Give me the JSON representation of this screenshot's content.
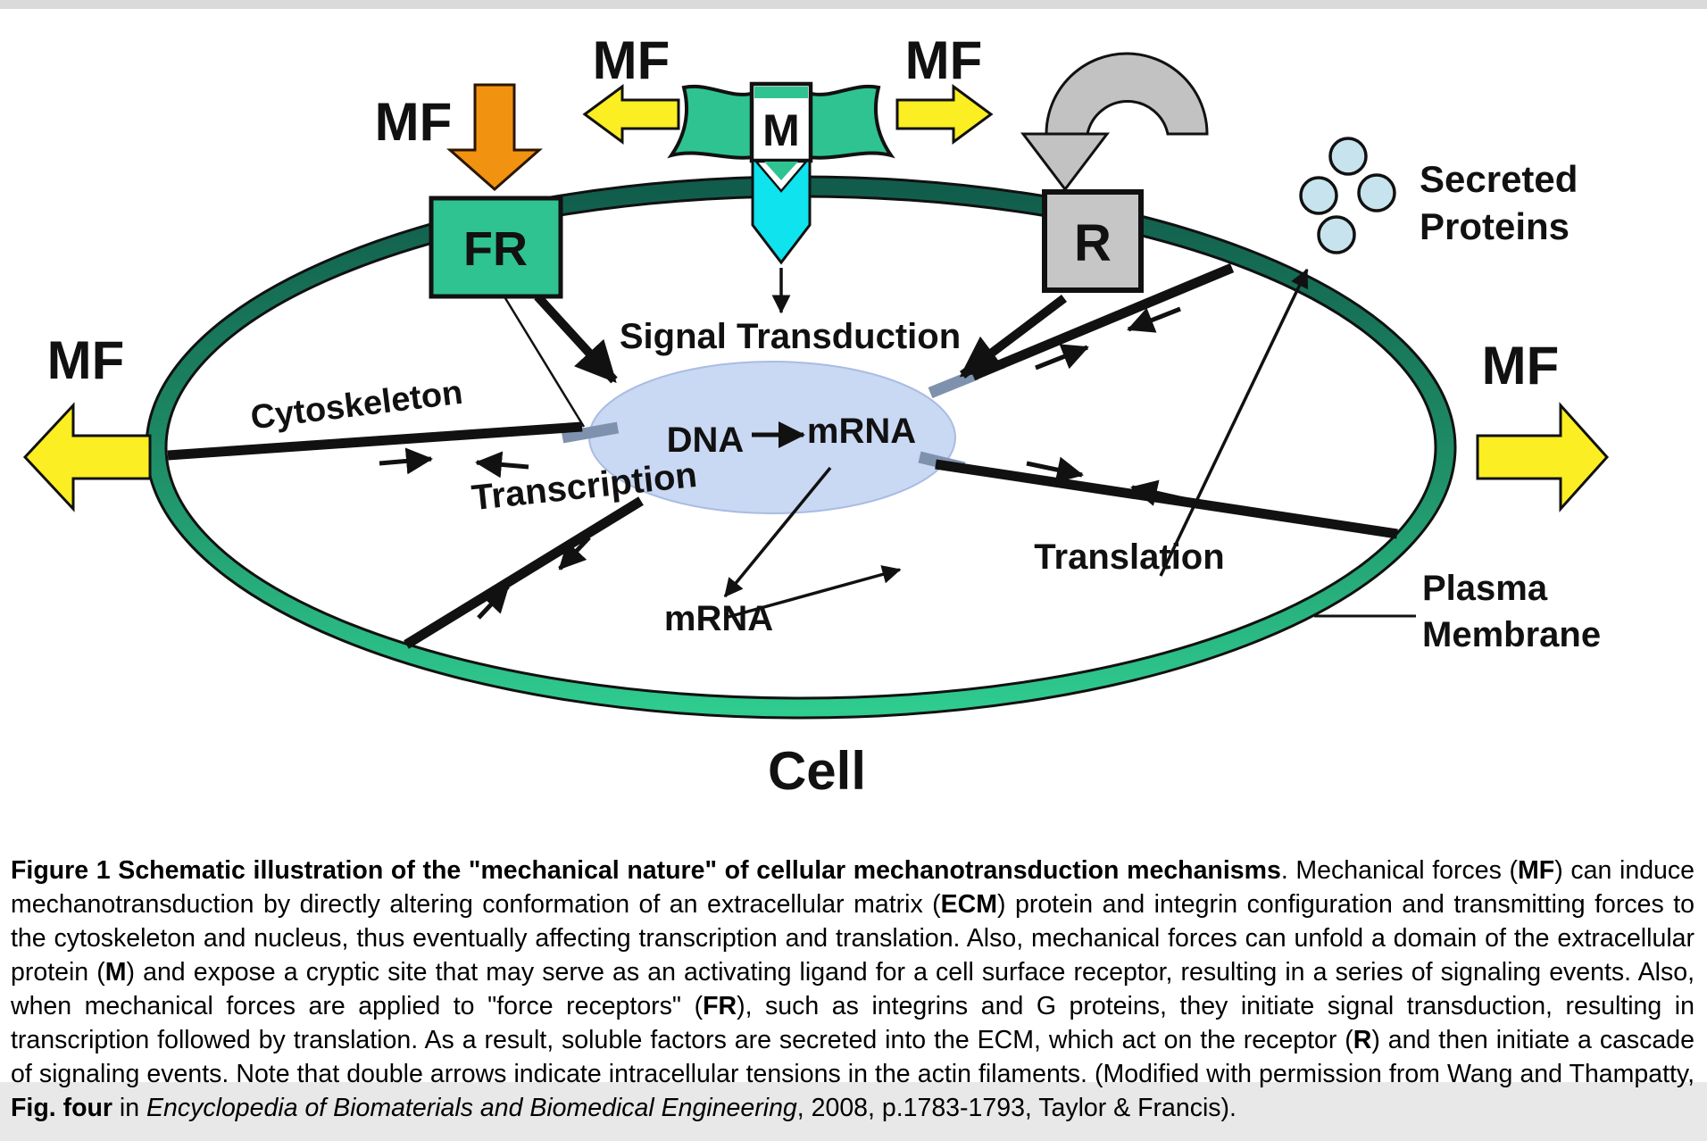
{
  "figure": {
    "labels": {
      "mf": "MF",
      "m": "M",
      "fr": "FR",
      "r": "R",
      "signal_transduction": "Signal Transduction",
      "cytoskeleton": "Cytoskeleton",
      "transcription": "Transcription",
      "dna": "DNA",
      "mrna_nucleus": "mRNA",
      "mrna_cytoplasm": "mRNA",
      "translation": "Translation",
      "secreted_line1": "Secreted",
      "secreted_line2": "Proteins",
      "plasma_line1": "Plasma",
      "plasma_line2": "Membrane",
      "cell": "Cell"
    },
    "colors": {
      "membrane_dark": "#115C4B",
      "membrane_mid": "#1F9068",
      "membrane_light": "#2FCB8F",
      "protein_green": "#2FC392",
      "receptor_gray": "#C6C6C6",
      "arc_gray": "#C2C2C2",
      "force_orange": "#F29211",
      "mf_yellow": "#FBEE23",
      "signal_cyan": "#0FE3EE",
      "nucleus_blue": "#C9D8F3",
      "stub_slate": "#7E92AE",
      "secreted_blue": "#C7E3ED",
      "text_black": "#111111"
    }
  },
  "caption": {
    "segments": [
      {
        "text": "Figure 1 Schematic illustration of the \"mechanical nature\" of cellular mechanotransduction mechanisms",
        "bold": true
      },
      {
        "text": ". Mechanical forces ("
      },
      {
        "text": "MF",
        "bold": true
      },
      {
        "text": ") can induce mechanotransduction by directly altering conformation of an extracellular matrix ("
      },
      {
        "text": "ECM",
        "bold": true
      },
      {
        "text": ") protein and integrin configuration and transmitting forces to the cytoskeleton and nucleus, thus eventually affecting transcription and translation. Also, mechanical forces can unfold a domain of the extracellular protein ("
      },
      {
        "text": "M",
        "bold": true
      },
      {
        "text": ") and expose a cryptic site that may serve as an activating ligand for a cell surface receptor, resulting in a series of signaling events. Also, when mechanical forces are applied to \"force receptors\" ("
      },
      {
        "text": "FR",
        "bold": true
      },
      {
        "text": "), such as integrins and G proteins, they initiate signal transduction, resulting in transcription followed by translation. As a result, soluble factors are secreted into the ECM, which act on the receptor ("
      },
      {
        "text": "R",
        "bold": true
      },
      {
        "text": ") and then initiate a cascade of signaling events. Note that double arrows indicate intracellular tensions in the actin filaments. (Modified with permission from Wang and Thampatty, "
      },
      {
        "text": "Fig. four",
        "bold": true
      },
      {
        "text": " in "
      },
      {
        "text": "Encyclopedia of Biomaterials and Biomedical Engineering",
        "italic": true
      },
      {
        "text": ", 2008, p.1783-1793, Taylor & Francis)."
      }
    ]
  }
}
